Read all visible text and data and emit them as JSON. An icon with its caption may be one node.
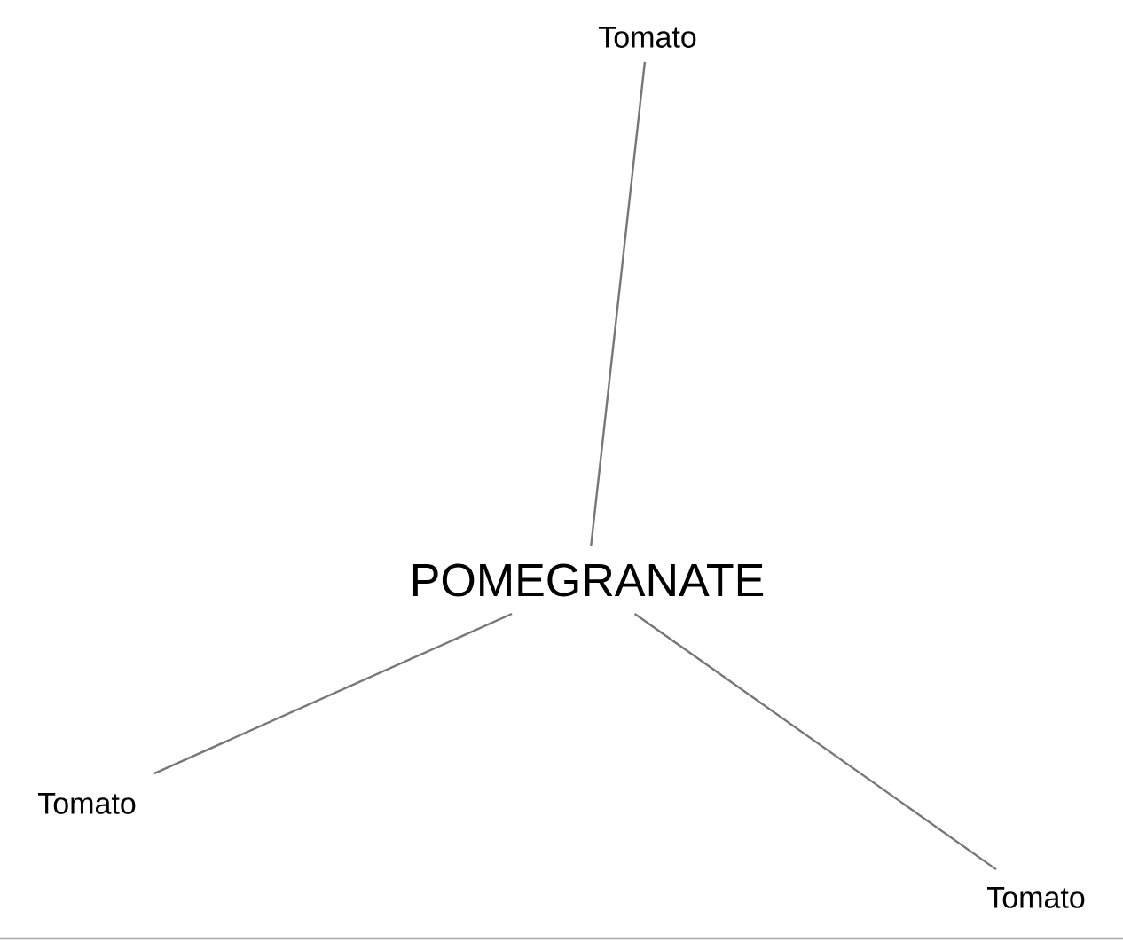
{
  "diagram": {
    "nodes": [
      {
        "text": [
          "Tomato"
        ]
      },
      {
        "text": [
          "POMEGRANATE"
        ]
      },
      {
        "text": [
          "Tomato"
        ]
      },
      {
        "text": [
          "Tomato"
        ]
      }
    ],
    "edges": [
      {
        "from": 1,
        "to": 0,
        "arrow": "none"
      },
      {
        "from": 1,
        "to": 2,
        "arrow": "none"
      },
      {
        "from": 1,
        "to": 3,
        "arrow": "none"
      }
    ]
  }
}
